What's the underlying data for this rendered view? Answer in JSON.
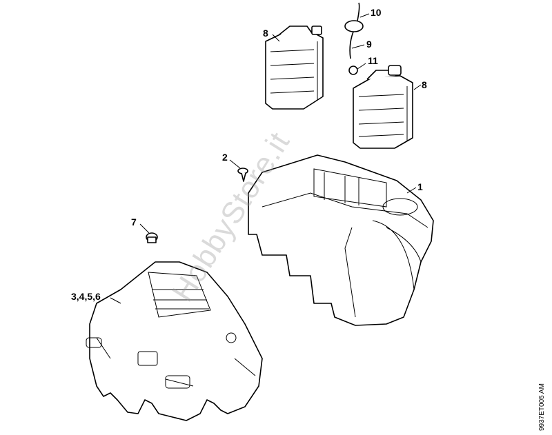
{
  "callouts": {
    "c8a": "8",
    "c10": "10",
    "c9": "9",
    "c11": "11",
    "c8b": "8",
    "c2": "2",
    "c1": "1",
    "c7": "7",
    "c3456": "3,4,5,6"
  },
  "diagram_code": "9937ET005 AM",
  "watermark": "HobbyStore.it"
}
